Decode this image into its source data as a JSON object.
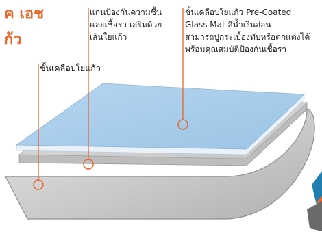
{
  "heading": {
    "line1": "ค เอช",
    "line2": "ก้ว"
  },
  "labels": {
    "left": [
      "ชั้นเคลือบใยแก้ว"
    ],
    "middle": [
      "แกนป้องกันความชื้น",
      "และเชื้อรา เสริมด้วย",
      "เส้นใยแก้ว"
    ],
    "right": [
      "ชั้นเคลือบใยแก้ว Pre-Coated",
      "Glass Mat สีน้ำเงินอ่อน",
      "สามารถปูกระเบื้องทับหรือตกแต่งได้",
      "พร้อมคุณสมบัติป้องกันเชื้อรา"
    ]
  },
  "colors": {
    "accent": "#e8672a",
    "top_layer": "#a9cdeb",
    "core_layer": "#d4d4d4",
    "bottom_layer": "#c9c9c9"
  }
}
